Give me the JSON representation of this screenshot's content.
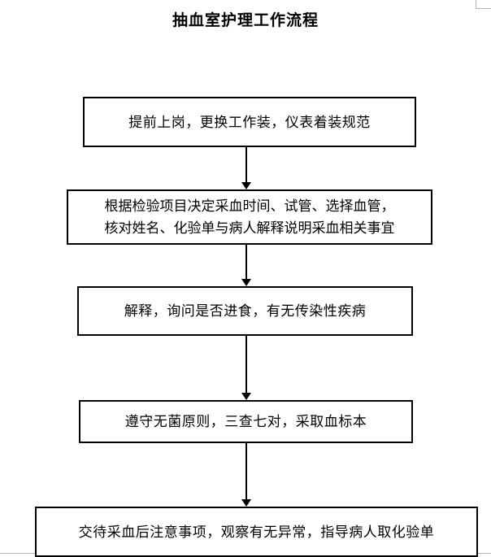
{
  "document": {
    "title": "抽血室护理工作流程"
  },
  "flowchart": {
    "type": "flowchart",
    "orientation": "vertical",
    "arrow_style": "solid-down-arrow",
    "box_border_color": "#000000",
    "box_fill_color": "#ffffff",
    "grid_line_color": "#b5b5b5",
    "steps": [
      {
        "id": "step-1",
        "text": "提前上岗，更换工作装，仪表着装规范",
        "lines": 1
      },
      {
        "id": "step-2",
        "text": "根据检验项目决定采血时间、试管、选择血管，\n核对姓名、化验单与病人解释说明采血相关事宜",
        "lines": 2
      },
      {
        "id": "step-3",
        "text": "解释，询问是否进食，有无传染性疾病",
        "lines": 1
      },
      {
        "id": "step-4",
        "text": "遵守无菌原则，三查七对，采取血标本",
        "lines": 1
      },
      {
        "id": "step-5",
        "text": "交待采血后注意事项，观察有无异常，指导病人取化验单",
        "lines": 1
      }
    ],
    "connectors": [
      {
        "id": "connector-1-2",
        "from": "step-1",
        "to": "step-2"
      },
      {
        "id": "connector-2-3",
        "from": "step-2",
        "to": "step-3"
      },
      {
        "id": "connector-3-4",
        "from": "step-3",
        "to": "step-4"
      },
      {
        "id": "connector-4-5",
        "from": "step-4",
        "to": "step-5"
      }
    ]
  }
}
